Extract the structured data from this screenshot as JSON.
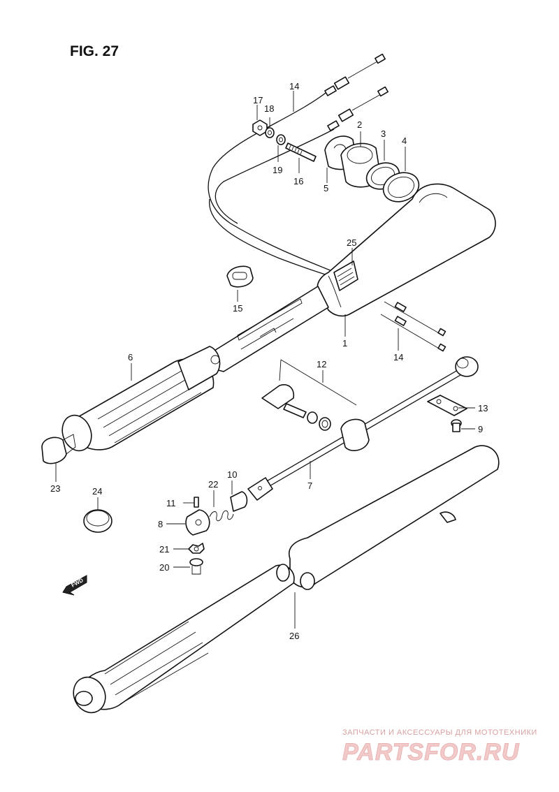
{
  "figure": {
    "title": "FIG. 27"
  },
  "callouts": {
    "c1": "1",
    "c2": "2",
    "c3": "3",
    "c4": "4",
    "c5": "5",
    "c6": "6",
    "c7": "7",
    "c8": "8",
    "c9": "9",
    "c10": "10",
    "c11": "11",
    "c12": "12",
    "c13": "13",
    "c14a": "14",
    "c14b": "14",
    "c15": "15",
    "c16": "16",
    "c17": "17",
    "c18": "18",
    "c19": "19",
    "c20": "20",
    "c21": "21",
    "c22": "22",
    "c23": "23",
    "c24": "24",
    "c25": "25",
    "c26": "26"
  },
  "arrow": {
    "label": "FWD"
  },
  "watermark": {
    "tagline": "ЗАПЧАСТИ И АКСЕССУАРЫ ДЛЯ МОТОТЕХНИКИ",
    "logo": "PARTSFOR.RU"
  }
}
